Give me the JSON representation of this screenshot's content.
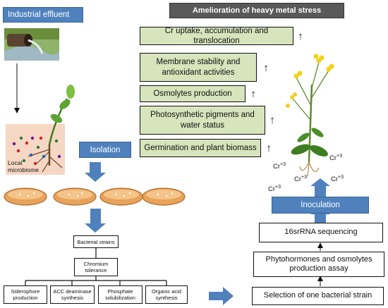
{
  "industrial_effluent": {
    "label": "Industrial effluent"
  },
  "local_microbiome": {
    "label": "Local microbiome"
  },
  "isolation": {
    "label": "Isolation"
  },
  "bacterial_strains": {
    "label": "Bacterial strains"
  },
  "chromium_tolerance": {
    "label": "Chromium tolerance"
  },
  "assays": [
    {
      "label": "Siderophore production"
    },
    {
      "label": "ACC deaminase synthesis"
    },
    {
      "label": "Phosphate solubilization"
    },
    {
      "label": "Organic acid synthesis"
    }
  ],
  "amelioration": {
    "title": "Amelioration of heavy metal stress"
  },
  "effects": [
    {
      "label": "Cr uptake, accumulation and translocation"
    },
    {
      "label": "Membrane stability and antioxidant activities"
    },
    {
      "label": "Osmolytes production"
    },
    {
      "label": "Photosynthetic pigments and water status"
    },
    {
      "label": "Germination and plant biomass"
    }
  ],
  "up_arrow": "↑",
  "cr_ion": {
    "base": "Cr",
    "charge": "+3"
  },
  "inoculation": {
    "label": "Inoculation"
  },
  "steps": [
    {
      "label": "16srRNA sequencing"
    },
    {
      "label": "Phytohormones and osmolytes production assay"
    },
    {
      "label": "Selection of one bacterial strain"
    }
  ],
  "colors": {
    "blue": "#4f81bd",
    "green_box": "#d7e4bc",
    "header": "#595959"
  }
}
